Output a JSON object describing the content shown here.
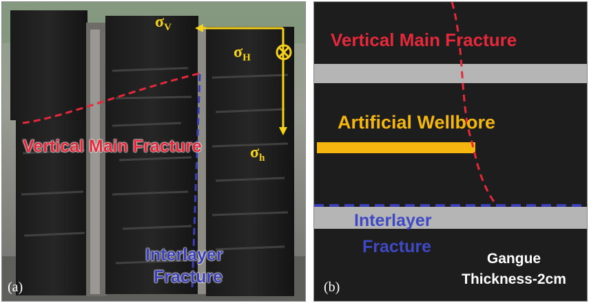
{
  "panel_a": {
    "tag": "(a)",
    "stress_v": "σ",
    "stress_v_sub": "V",
    "stress_H": "σ",
    "stress_H_sub": "H",
    "stress_h": "σ",
    "stress_h_sub": "h",
    "vertical_fracture_label": "Vertical Main Fracture",
    "interlayer_label_line1": "Interlayer",
    "interlayer_label_line2": "Fracture"
  },
  "panel_b": {
    "tag": "(b)",
    "vertical_fracture_label": "Vertical Main Fracture",
    "wellbore_label": "Artificial Wellbore",
    "interlayer_label_line1": "Interlayer",
    "interlayer_label_line2": "Fracture",
    "gangue_line1": "Gangue",
    "gangue_line2": "Thickness-2cm"
  },
  "colors": {
    "fracture_red": "#e5283a",
    "interlayer_blue": "#3a3fb8",
    "stress_yellow": "#f7d21b",
    "wellbore_orange": "#f5b70f",
    "gangue_gray": "#b5b5b5",
    "rock_dark": "#1d1d1d"
  }
}
